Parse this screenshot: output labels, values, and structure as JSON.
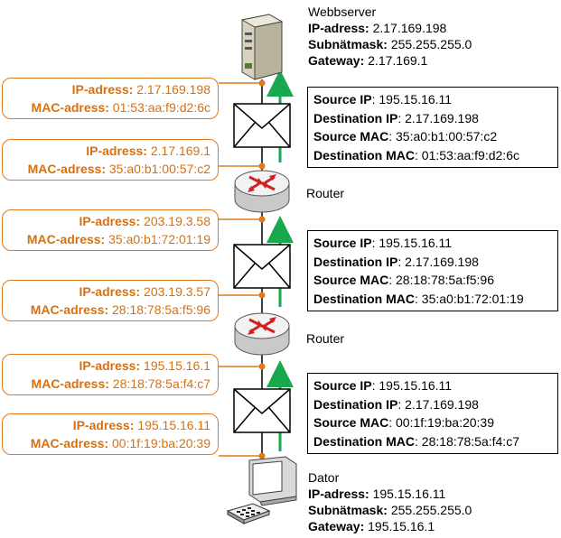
{
  "webserver": {
    "title": "Webbserver",
    "ip_label": "IP-adress:",
    "ip": "2.17.169.198",
    "mask_label": "Subnätmask:",
    "mask": "255.255.255.0",
    "gw_label": "Gateway:",
    "gw": "2.17.169.1"
  },
  "computer": {
    "title": "Dator",
    "ip_label": "IP-adress:",
    "ip": "195.15.16.11",
    "mask_label": "Subnätmask:",
    "mask": "255.255.255.0",
    "gw_label": "Gateway:",
    "gw": "195.15.16.1"
  },
  "routers": [
    {
      "label": "Router"
    },
    {
      "label": "Router"
    }
  ],
  "interfaces": [
    {
      "ip_label": "IP-adress:",
      "ip": "2.17.169.198",
      "mac_label": "MAC-adress:",
      "mac": "01:53:aa:f9:d2:6c"
    },
    {
      "ip_label": "IP-adress:",
      "ip": "2.17.169.1",
      "mac_label": "MAC-adress:",
      "mac": "35:a0:b1:00:57:c2"
    },
    {
      "ip_label": "IP-adress:",
      "ip": "203.19.3.58",
      "mac_label": "MAC-adress:",
      "mac": "35:a0:b1:72:01:19"
    },
    {
      "ip_label": "IP-adress:",
      "ip": "203.19.3.57",
      "mac_label": "MAC-adress:",
      "mac": "28:18:78:5a:f5:96"
    },
    {
      "ip_label": "IP-adress:",
      "ip": "195.15.16.1",
      "mac_label": "MAC-adress:",
      "mac": "28:18:78:5a:f4:c7"
    },
    {
      "ip_label": "IP-adress:",
      "ip": "195.15.16.11",
      "mac_label": "MAC-adress:",
      "mac": "00:1f:19:ba:20:39"
    }
  ],
  "packets": [
    {
      "src_ip_label": "Source IP",
      "src_ip": "195.15.16.11",
      "dst_ip_label": "Destination IP",
      "dst_ip": "2.17.169.198",
      "src_mac_label": "Source MAC",
      "src_mac": "35:a0:b1:00:57:c2",
      "dst_mac_label": "Destination MAC",
      "dst_mac": "01:53:aa:f9:d2:6c"
    },
    {
      "src_ip_label": "Source IP",
      "src_ip": "195.15.16.11",
      "dst_ip_label": "Destination IP",
      "dst_ip": "2.17.169.198",
      "src_mac_label": "Source MAC",
      "src_mac": "28:18:78:5a:f5:96",
      "dst_mac_label": "Destination MAC",
      "dst_mac": "35:a0:b1:72:01:19"
    },
    {
      "src_ip_label": "Source IP",
      "src_ip": "195.15.16.11",
      "dst_ip_label": "Destination IP",
      "dst_ip": "2.17.169.198",
      "src_mac_label": "Source MAC",
      "src_mac": "00:1f:19:ba:20:39",
      "dst_mac_label": "Destination MAC",
      "dst_mac": "28:18:78:5a:f4:c7"
    }
  ],
  "colors": {
    "accent": "#e07a1f",
    "arrow": "#1aa84f",
    "router": "#cc2222"
  },
  "icons": [
    "server-icon",
    "router-icon",
    "envelope-icon",
    "computer-icon",
    "up-arrow-icon"
  ]
}
